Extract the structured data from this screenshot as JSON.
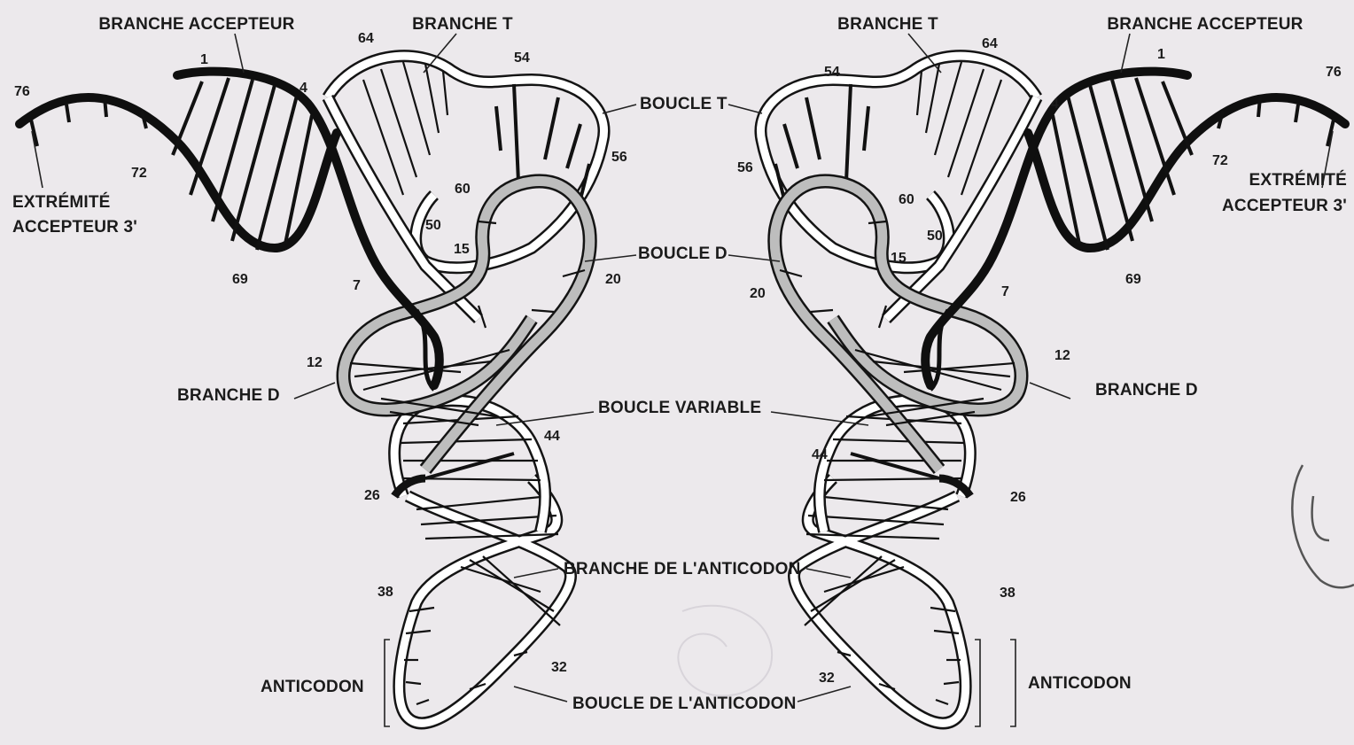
{
  "colors": {
    "background": "#ece9ec",
    "ink": "#141414",
    "ribbon_fill": "#ffffff",
    "d_arm_fill": "#bdbdbd"
  },
  "labels": {
    "acceptor_arm": "BRANCHE ACCEPTEUR",
    "t_arm": "BRANCHE T",
    "t_loop": "BOUCLE T",
    "acceptor_end_line1": "EXTRÉMITÉ",
    "acceptor_end_line2": "ACCEPTEUR 3'",
    "d_loop": "BOUCLE D",
    "d_arm": "BRANCHE D",
    "variable_loop": "BOUCLE VARIABLE",
    "anticodon_arm": "BRANCHE DE L'ANTICODON",
    "anticodon": "ANTICODON",
    "anticodon_loop": "BOUCLE DE L'ANTICODON"
  },
  "positions": {
    "p1": "1",
    "p4": "4",
    "p7": "7",
    "p12": "12",
    "p15": "15",
    "p20": "20",
    "p26": "26",
    "p32": "32",
    "p38": "38",
    "p44": "44",
    "p50": "50",
    "p54": "54",
    "p56": "56",
    "p60": "60",
    "p64": "64",
    "p69": "69",
    "p72": "72",
    "p76": "76"
  }
}
